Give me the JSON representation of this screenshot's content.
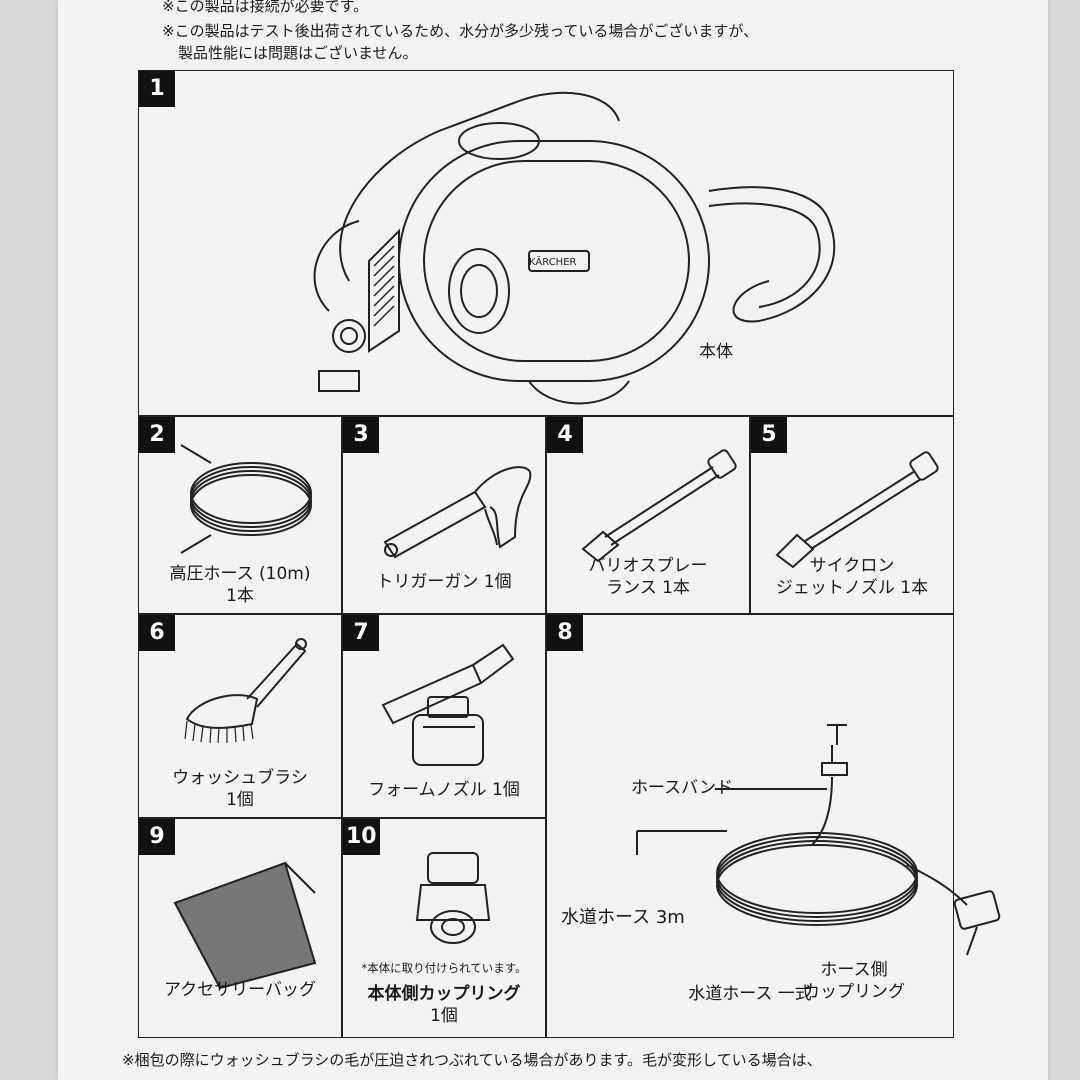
{
  "notes": {
    "top_line1": "※この製品は接続が必要です。",
    "top_line2": "※この製品はテスト後出荷されているため、水分が多少残っている場合がございますが、",
    "top_line3": "製品性能には問題はございません。",
    "bottom_line1": "※梱包の際にウォッシュブラシの毛が圧迫されつぶれている場合があります。毛が変形している場合は、"
  },
  "items": {
    "i1": {
      "num": "1",
      "label": "本体"
    },
    "i2": {
      "num": "2",
      "line1": "高圧ホース (10m)",
      "line2": "1本"
    },
    "i3": {
      "num": "3",
      "line1": "トリガーガン 1個"
    },
    "i4": {
      "num": "4",
      "line1": "バリオスプレー",
      "line2": "ランス 1本"
    },
    "i5": {
      "num": "5",
      "line1": "サイクロン",
      "line2": "ジェットノズル 1本"
    },
    "i6": {
      "num": "6",
      "line1": "ウォッシュブラシ",
      "line2": "1個"
    },
    "i7": {
      "num": "7",
      "line1": "フォームノズル 1個"
    },
    "i8": {
      "num": "8",
      "label": "水道ホース 一式",
      "callout_band": "ホースバンド",
      "callout_hose": "水道ホース 3m",
      "callout_coupling_line1": "ホース側",
      "callout_coupling_line2": "カップリング"
    },
    "i9": {
      "num": "9",
      "line1": "アクセサリーバッグ"
    },
    "i10": {
      "num": "10",
      "note": "*本体に取り付けられています。",
      "line1": "本体側カップリング",
      "line2": "1個"
    }
  },
  "logo_text": "KÄRCHER"
}
